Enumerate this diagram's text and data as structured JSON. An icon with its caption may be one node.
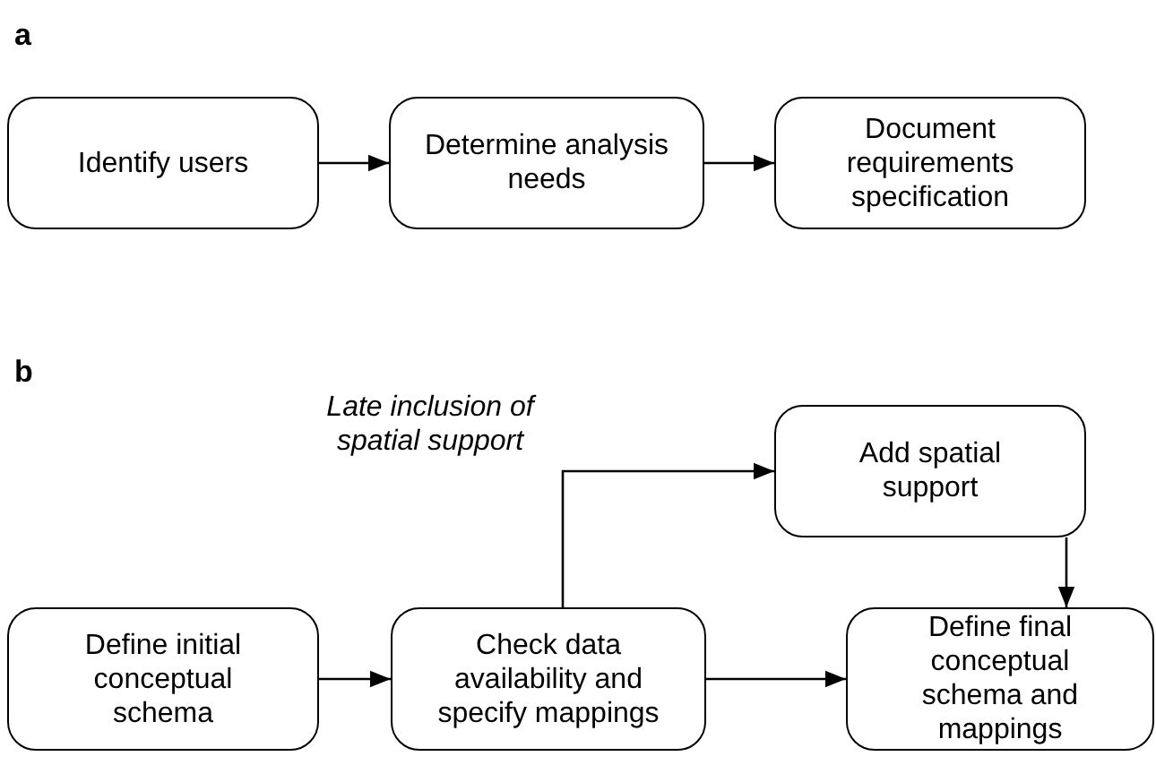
{
  "diagram": {
    "nodes": [
      {
        "text": [
          "Identify users"
        ]
      },
      {
        "text": [
          "Determine analysis needs"
        ]
      },
      {
        "text": [
          "Document requirements specification"
        ]
      },
      {
        "text": [
          "Define initial conceptual schema"
        ]
      },
      {
        "text": [
          "Check data availability and specify mappings"
        ]
      },
      {
        "text": [
          "Add spatial support"
        ]
      },
      {
        "text": [
          "Define final conceptual schema and mappings"
        ]
      }
    ],
    "edges": [
      {
        "from": 0,
        "to": 1,
        "arrow": "to"
      },
      {
        "from": 1,
        "to": 2,
        "arrow": "to"
      },
      {
        "from": 3,
        "to": 4,
        "arrow": "to"
      },
      {
        "from": 4,
        "to": 5,
        "arrow": "to",
        "label": "Late inclusion of spatial support"
      },
      {
        "from": 4,
        "to": 6,
        "arrow": "to"
      },
      {
        "from": 5,
        "to": 6,
        "arrow": "to"
      }
    ],
    "labels": [
      "a",
      "b"
    ]
  }
}
